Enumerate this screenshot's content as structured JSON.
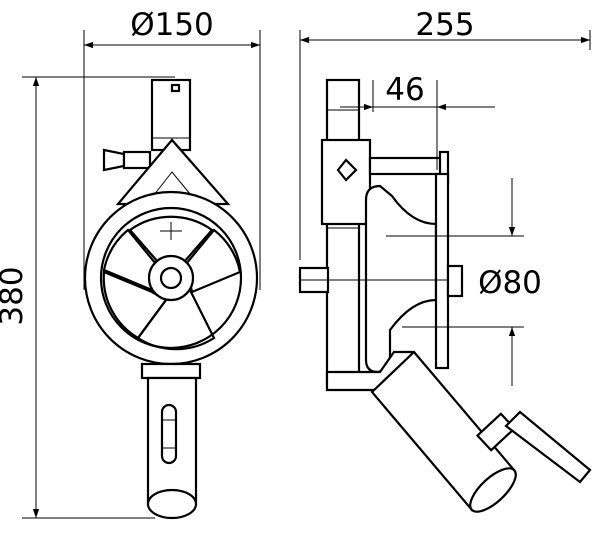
{
  "dimensions": {
    "diameter_top": "Ø150",
    "length_total": "255",
    "offset": "46",
    "height": "380",
    "pulley_diameter": "Ø80"
  },
  "colors": {
    "line": "#000000",
    "background": "#ffffff"
  }
}
